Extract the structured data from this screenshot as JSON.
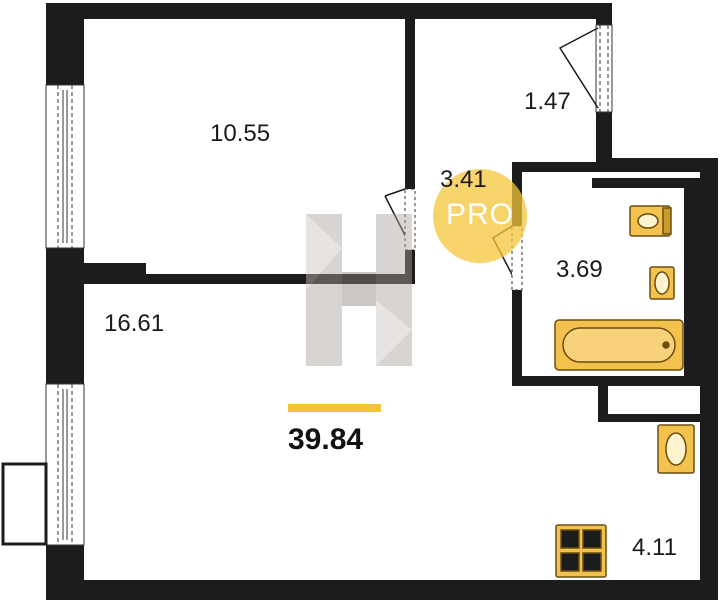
{
  "rooms": {
    "bedroom_area": "10.55",
    "living_area": "16.61",
    "hall_area": "1.47",
    "corridor_area": "3.41",
    "bathroom_area": "3.69",
    "kitchen_area": "4.11"
  },
  "total_area": "39.84",
  "badge": {
    "text": "PRO",
    "color": "#f3c43a"
  },
  "watermark": {
    "letter": "H"
  },
  "colors": {
    "wall": "#1c1c1c",
    "fixture_fill": "#f2c14e",
    "fixture_stroke": "#6a4e10",
    "accent_bar": "#f3c43a"
  }
}
